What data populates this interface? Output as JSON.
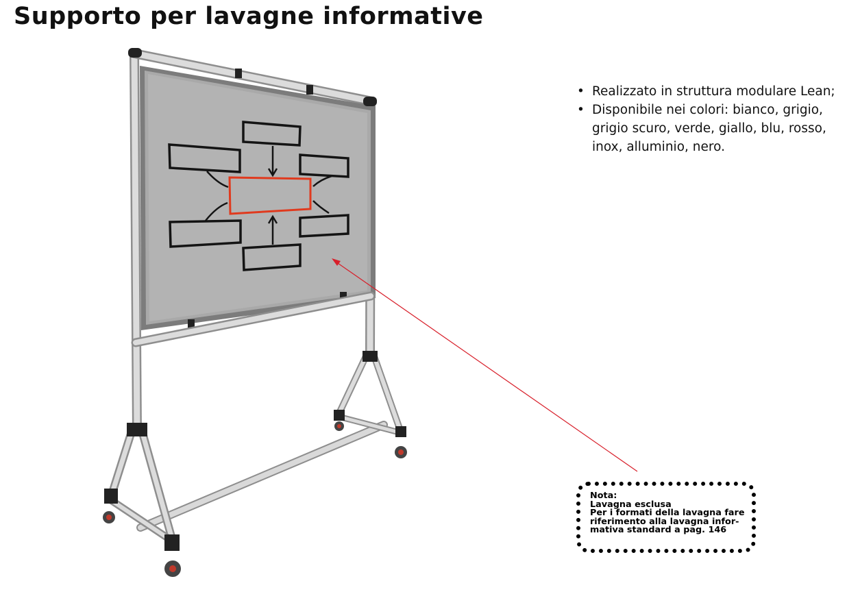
{
  "title": "Supporto per lavagne informative",
  "features": [
    {
      "bullet": "•",
      "lines": [
        "Realizzato in struttura modulare Lean;"
      ]
    },
    {
      "bullet": "•",
      "lines": [
        "Disponibile nei colori: bianco, grigio,",
        "grigio scuro, verde, giallo, blu, rosso,",
        "inox, alluminio, nero."
      ]
    }
  ],
  "note": {
    "heading": "Nota:",
    "lines": [
      "Lavagna esclusa",
      "Per i formati della lavagna fare",
      "riferimento  alla  lavagna  infor-",
      "mativa standard a pag. 146"
    ]
  },
  "colors": {
    "frame": "#d4d4d4",
    "board": "#a9a9a9",
    "highlight_box": "#e03a1e",
    "pointer_line": "#d81f2a"
  }
}
